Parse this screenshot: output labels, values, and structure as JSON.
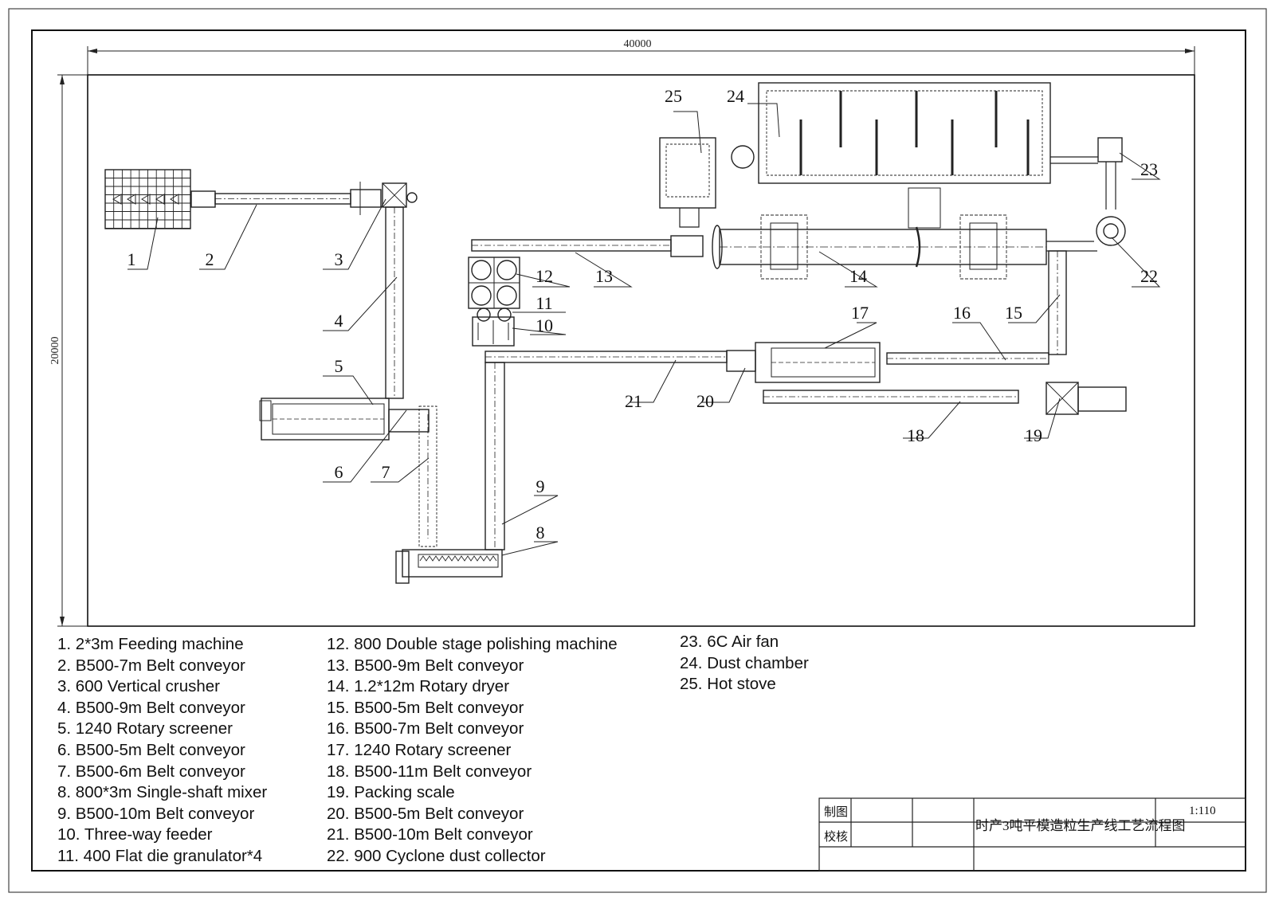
{
  "dimensions": {
    "width_label": "40000",
    "height_label": "20000"
  },
  "numbers": [
    "1",
    "2",
    "3",
    "4",
    "5",
    "6",
    "7",
    "8",
    "9",
    "10",
    "11",
    "12",
    "13",
    "14",
    "15",
    "16",
    "17",
    "18",
    "19",
    "20",
    "21",
    "22",
    "23",
    "24",
    "25"
  ],
  "legend": {
    "col1": [
      "1. 2*3m Feeding machine",
      "2. B500-7m Belt conveyor",
      "3. 600 Vertical crusher",
      "4. B500-9m Belt conveyor",
      "5. 1240 Rotary screener",
      "6. B500-5m Belt conveyor",
      "7. B500-6m Belt conveyor",
      "8. 800*3m Single-shaft mixer",
      "9. B500-10m Belt conveyor",
      "10. Three-way feeder",
      "11. 400 Flat die granulator*4"
    ],
    "col2": [
      "12. 800 Double stage polishing machine",
      "13. B500-9m Belt conveyor",
      "14. 1.2*12m Rotary dryer",
      "15. B500-5m Belt conveyor",
      "16. B500-7m Belt conveyor",
      "17. 1240 Rotary screener",
      "18. B500-11m Belt conveyor",
      "19. Packing scale",
      "20. B500-5m Belt conveyor",
      "21. B500-10m Belt conveyor",
      "22. 900 Cyclone dust collector"
    ],
    "col3": [
      "23. 6C Air fan",
      "24. Dust chamber",
      "25. Hot stove"
    ]
  },
  "title_block": {
    "drawn_label": "制图",
    "checked_label": "校核",
    "title": "时产3吨平模造粒生产线工艺流程图",
    "scale": "1:110"
  }
}
